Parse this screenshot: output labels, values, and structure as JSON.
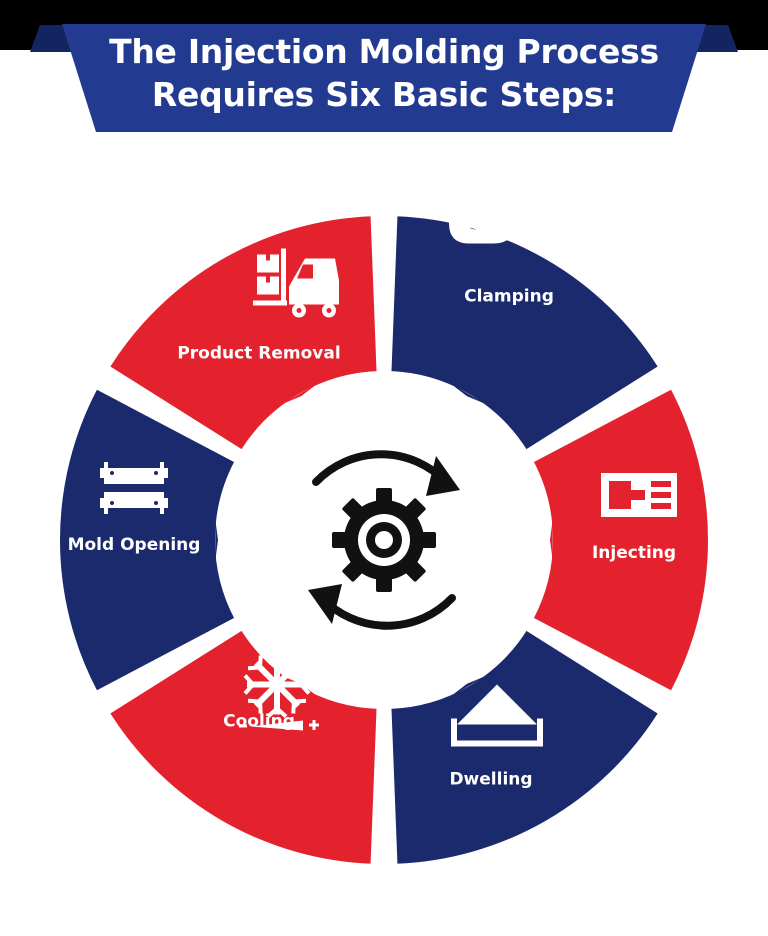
{
  "header": {
    "title_line1": "The Injection Molding Process",
    "title_line2": "Requires Six Basic Steps:"
  },
  "colors": {
    "red": "#e3222d",
    "navy": "#1b2a6c",
    "banner": "#223a8f",
    "banner_dark": "#132461",
    "hub_icon": "#111111"
  },
  "center": {
    "icon": "gear-cycle-icon"
  },
  "steps": [
    {
      "label": "Clamping",
      "icon": "clamp-icon",
      "color": "navy"
    },
    {
      "label": "Injecting",
      "icon": "injection-nozzle-icon",
      "color": "red"
    },
    {
      "label": "Dwelling",
      "icon": "mold-triangle-icon",
      "color": "navy"
    },
    {
      "label": "Cooling",
      "icon": "snowflake-icon",
      "color": "red"
    },
    {
      "label": "Mold Opening",
      "icon": "mold-plates-icon",
      "color": "navy"
    },
    {
      "label": "Product Removal",
      "icon": "forklift-icon",
      "color": "red"
    }
  ]
}
